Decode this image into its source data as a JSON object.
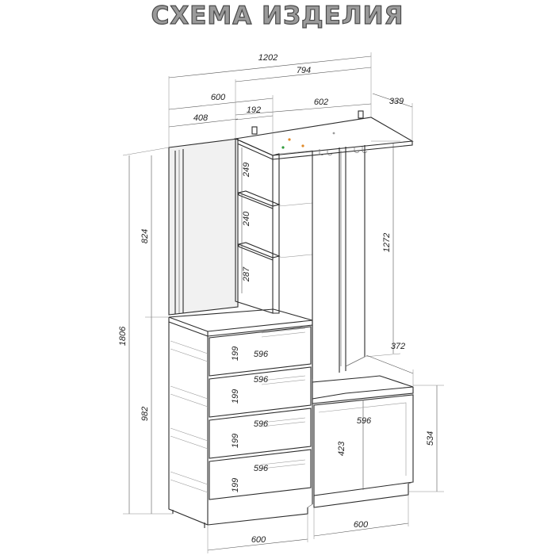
{
  "title": "СХЕМА ИЗДЕЛИЯ",
  "dimensions": {
    "overall_width": "1202",
    "right_part_width": "794",
    "top_left_width": "600",
    "top_shelf_width": "602",
    "top_depth": "339",
    "mirror_width": "408",
    "open_shelf_width": "192",
    "shelf_1_height": "249",
    "shelf_2_height": "240",
    "shelf_3_height": "287",
    "upper_height": "824",
    "total_height": "1806",
    "lower_height": "982",
    "hanger_height": "1272",
    "bench_depth": "372",
    "bench_height": "534",
    "bench_inner_height": "423",
    "bench_inner_width": "596",
    "drawers": [
      {
        "height": "199",
        "width": "596"
      },
      {
        "height": "199",
        "width": "596"
      },
      {
        "height": "199",
        "width": "596"
      },
      {
        "height": "199",
        "width": "596"
      }
    ],
    "chest_width": "600",
    "bench_width": "600"
  },
  "colors": {
    "line": "#2b2b2b",
    "title_fill": "#9a9a9a",
    "title_stroke": "#4a4a4a"
  }
}
